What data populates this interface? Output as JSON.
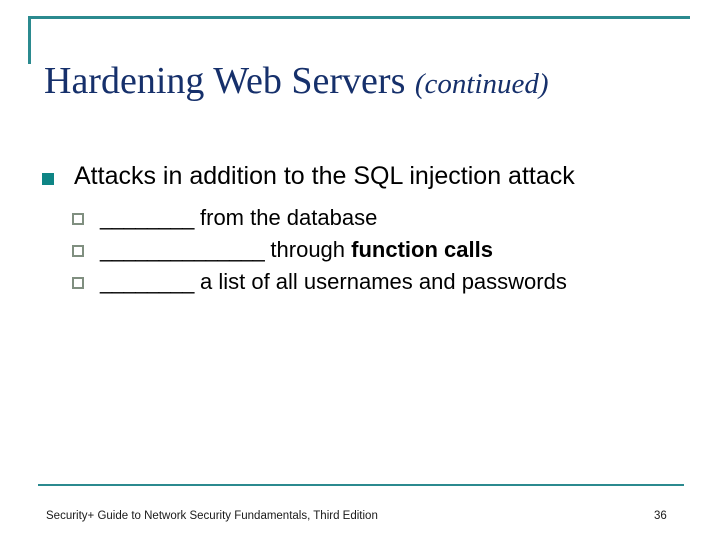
{
  "slide": {
    "title_main": "Hardening Web Servers ",
    "title_continued": "(continued)",
    "accent_color": "#2b8a8f",
    "title_color": "#16306b",
    "bullet_color": "#0e8585",
    "subbullet_color": "#808f80"
  },
  "content": {
    "main_bullet": "Attacks in addition to the SQL injection attack",
    "sub_bullets": [
      {
        "blank": "________",
        "text": " from the database",
        "bold_text": "",
        "tail_text": ""
      },
      {
        "blank": "______________",
        "text": " through ",
        "bold_text": "function calls",
        "tail_text": ""
      },
      {
        "blank": "________",
        "text": " a list of all usernames and passwords",
        "bold_text": "",
        "tail_text": ""
      }
    ]
  },
  "footer": {
    "source": "Security+ Guide to Network Security Fundamentals, Third Edition",
    "page_number": "36"
  }
}
